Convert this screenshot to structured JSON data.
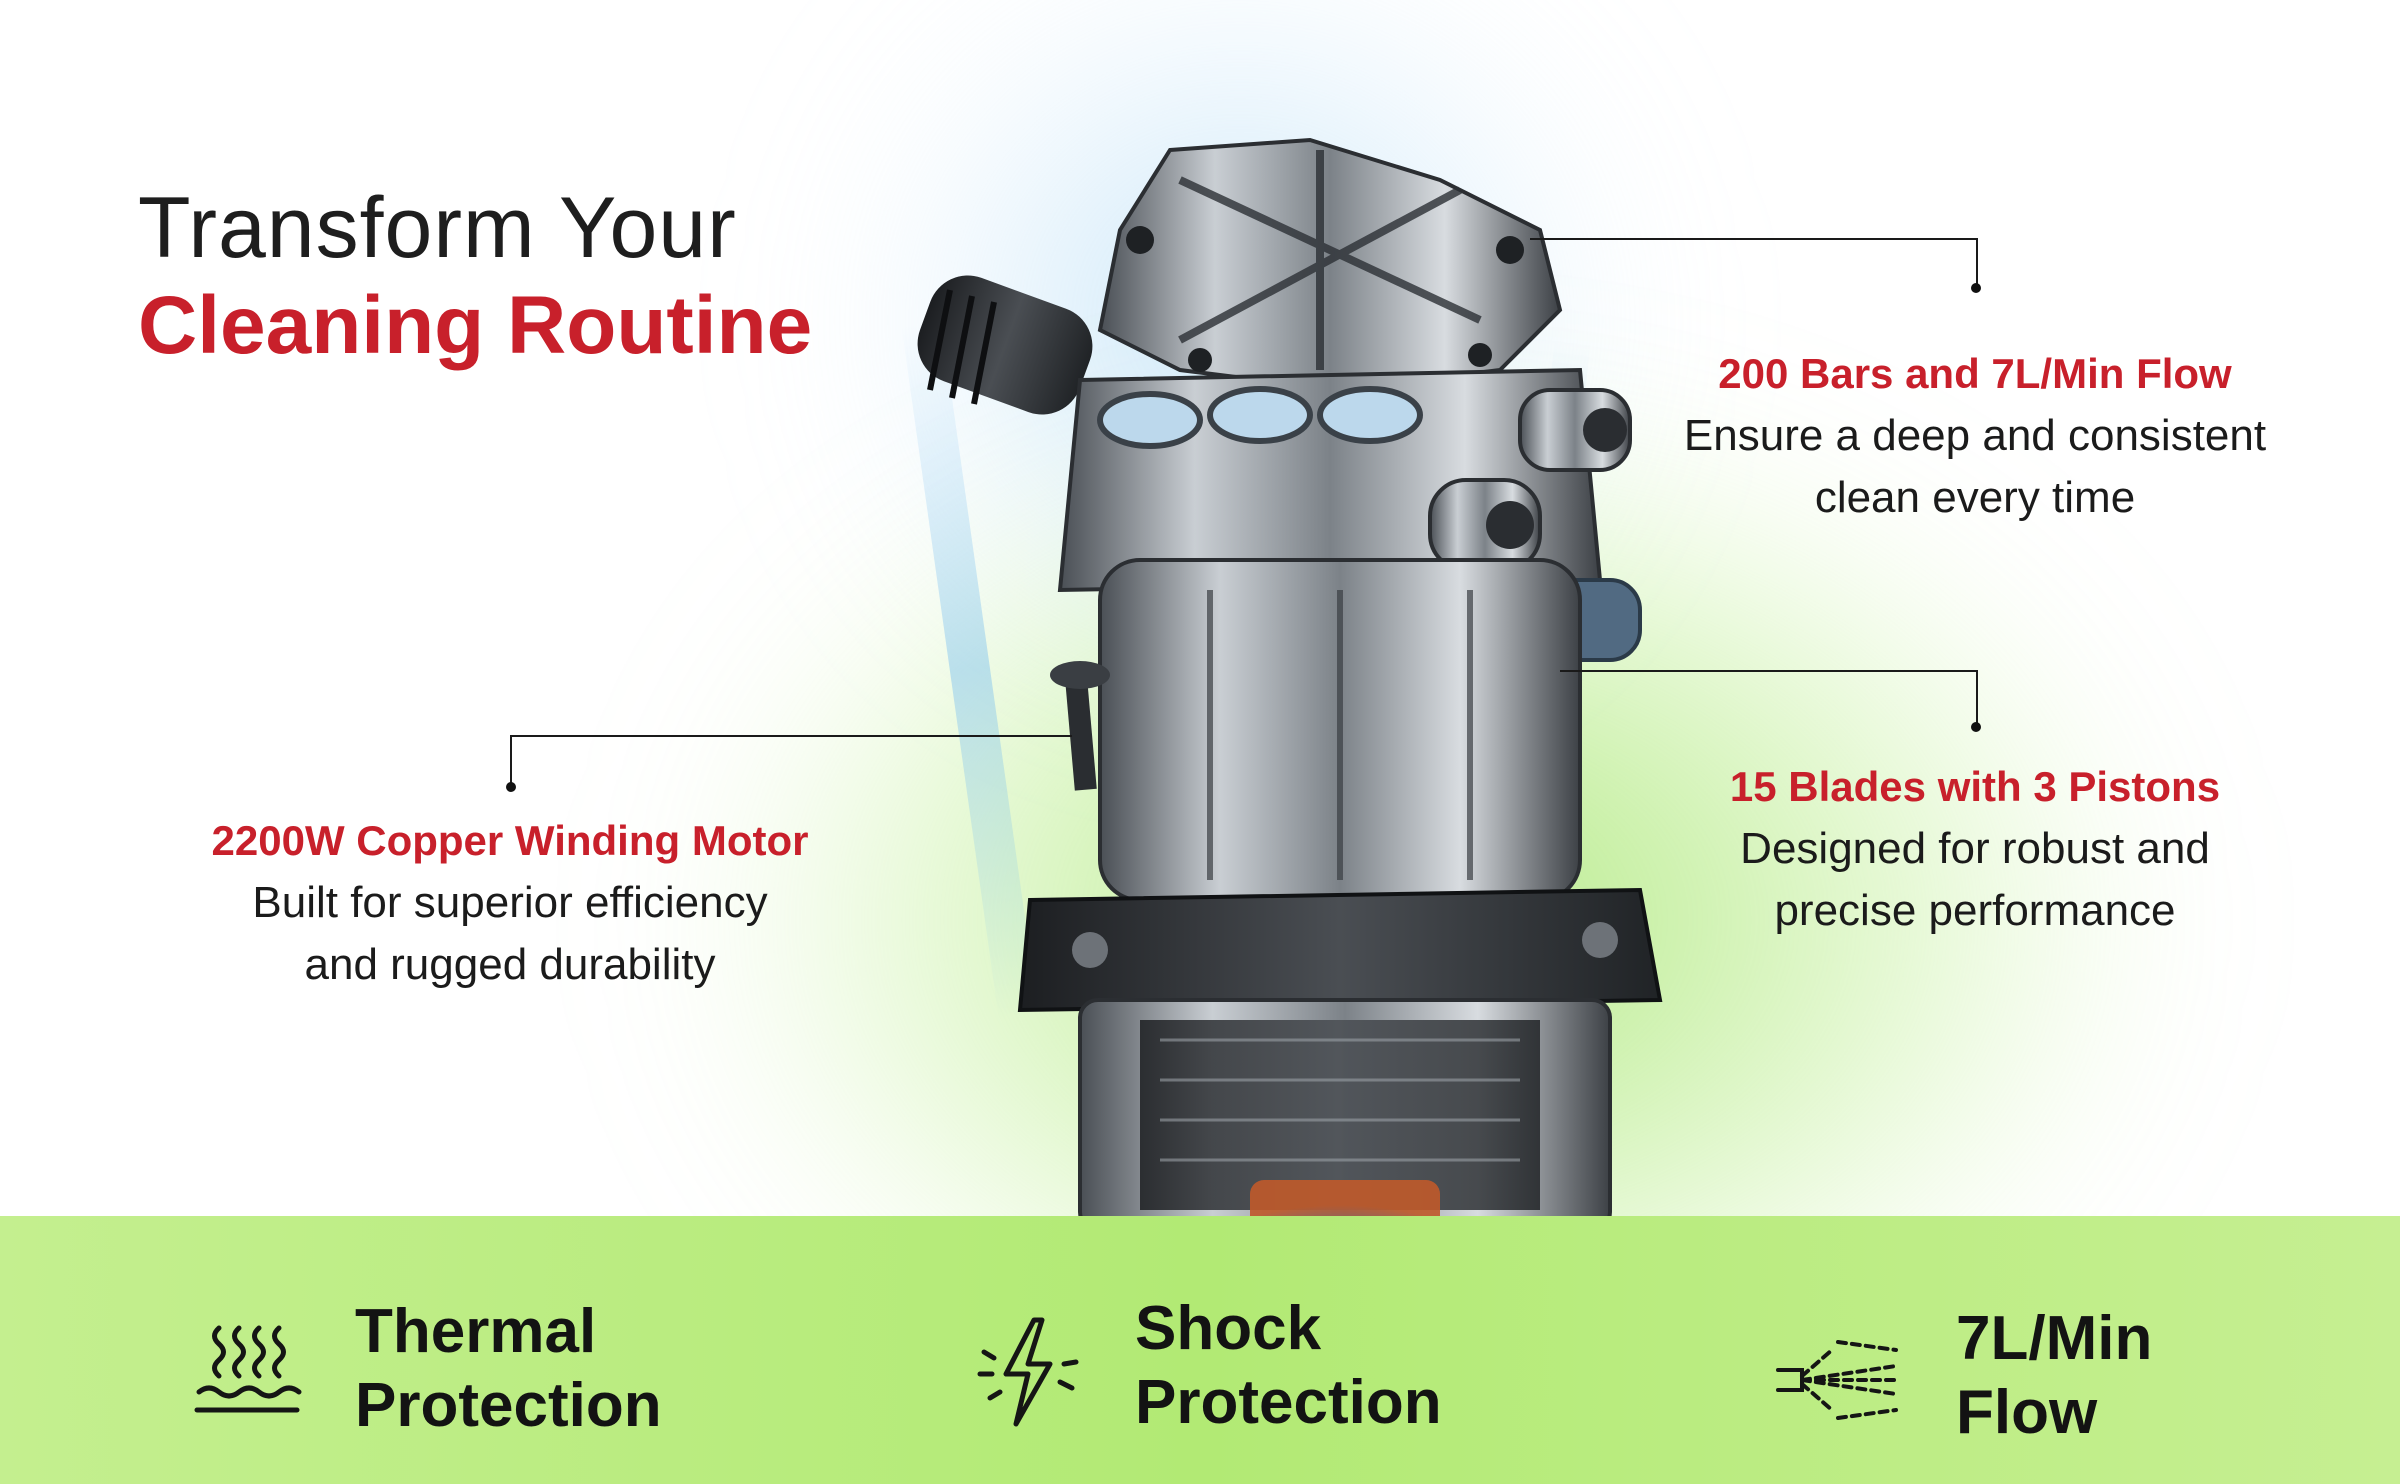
{
  "headline": {
    "line1": "Transform Your",
    "line2": "Cleaning Routine"
  },
  "callouts": {
    "pressure": {
      "title": "200 Bars and 7L/Min Flow",
      "line1": "Ensure a deep and consistent",
      "line2": "clean every time"
    },
    "blades": {
      "title": "15 Blades with 3 Pistons",
      "line1": "Designed for robust and",
      "line2": "precise performance"
    },
    "motor": {
      "title": "2200W Copper Winding Motor",
      "line1": "Built for superior efficiency",
      "line2": "and rugged durability"
    }
  },
  "features": [
    {
      "icon": "heat-waves-icon",
      "line1": "Thermal",
      "line2": "Protection"
    },
    {
      "icon": "lightning-bolt-icon",
      "line1": "Shock",
      "line2": "Protection"
    },
    {
      "icon": "water-spray-icon",
      "line1": "7L/Min",
      "line2": "Flow"
    }
  ],
  "colors": {
    "accent_red": "#c8202b",
    "band_green": "#b2ea74",
    "text_dark": "#1b1b1b"
  }
}
